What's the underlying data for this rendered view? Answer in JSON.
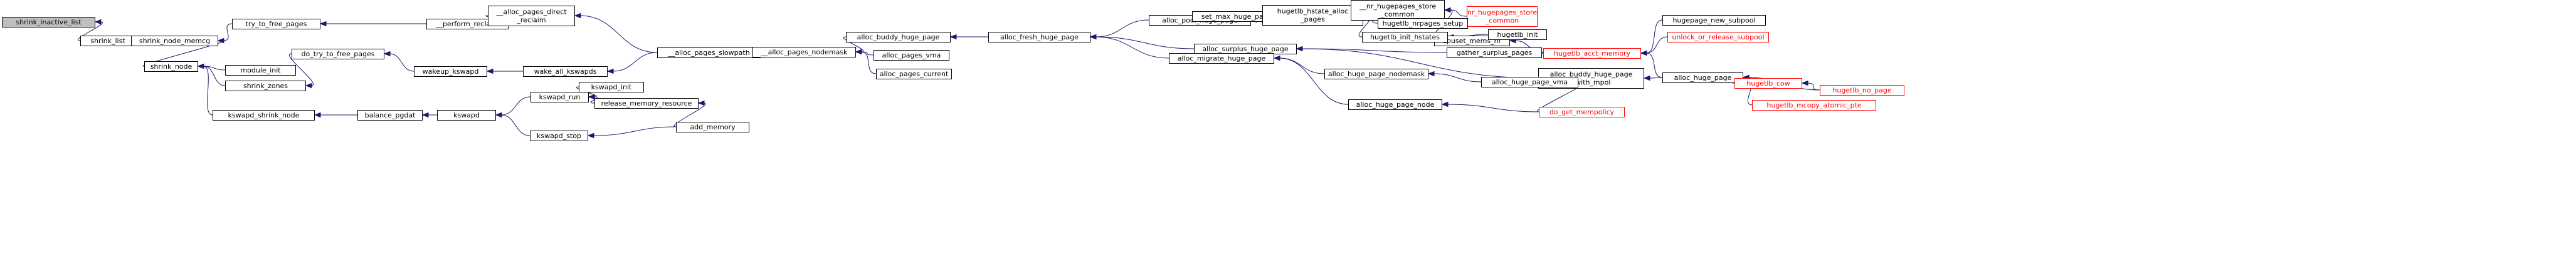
{
  "graph": {
    "nodes": [
      {
        "id": "n1",
        "lines": [
          "shrink_inactive_list"
        ],
        "style": "root"
      },
      {
        "id": "n2",
        "lines": [
          "shrink_list"
        ],
        "style": "normal"
      },
      {
        "id": "n3",
        "lines": [
          "shrink_node_memcg"
        ],
        "style": "normal"
      },
      {
        "id": "n4",
        "lines": [
          "shrink_node"
        ],
        "style": "normal"
      },
      {
        "id": "n5",
        "lines": [
          "try_to_free_pages"
        ],
        "style": "normal"
      },
      {
        "id": "n6",
        "lines": [
          "module_init"
        ],
        "style": "normal"
      },
      {
        "id": "n7",
        "lines": [
          "shrink_zones"
        ],
        "style": "normal"
      },
      {
        "id": "n8",
        "lines": [
          "kswapd_shrink_node"
        ],
        "style": "normal"
      },
      {
        "id": "n9",
        "lines": [
          "do_try_to_free_pages"
        ],
        "style": "normal"
      },
      {
        "id": "n10",
        "lines": [
          "balance_pgdat"
        ],
        "style": "normal"
      },
      {
        "id": "n11",
        "lines": [
          "__perform_reclaim"
        ],
        "style": "normal"
      },
      {
        "id": "n12",
        "lines": [
          "wakeup_kswapd"
        ],
        "style": "normal"
      },
      {
        "id": "n13",
        "lines": [
          "kswapd"
        ],
        "style": "normal"
      },
      {
        "id": "n14",
        "lines": [
          "__alloc_pages_direct",
          "_reclaim"
        ],
        "style": "normal"
      },
      {
        "id": "n15",
        "lines": [
          "wake_all_kswapds"
        ],
        "style": "normal"
      },
      {
        "id": "n16",
        "lines": [
          "kswapd_run"
        ],
        "style": "normal"
      },
      {
        "id": "n17",
        "lines": [
          "kswapd_stop"
        ],
        "style": "normal"
      },
      {
        "id": "n18",
        "lines": [
          "kswapd_init"
        ],
        "style": "normal"
      },
      {
        "id": "n19",
        "lines": [
          "release_memory_resource"
        ],
        "style": "normal"
      },
      {
        "id": "n20",
        "lines": [
          "add_memory"
        ],
        "style": "normal"
      },
      {
        "id": "n21",
        "lines": [
          "__alloc_pages_slowpath"
        ],
        "style": "normal"
      },
      {
        "id": "n22",
        "lines": [
          "__alloc_pages_nodemask"
        ],
        "style": "normal"
      },
      {
        "id": "n23",
        "lines": [
          "alloc_buddy_huge_page"
        ],
        "style": "normal"
      },
      {
        "id": "n24",
        "lines": [
          "alloc_pages_vma"
        ],
        "style": "normal"
      },
      {
        "id": "n25",
        "lines": [
          "alloc_pages_current"
        ],
        "style": "normal"
      },
      {
        "id": "n26",
        "lines": [
          "alloc_fresh_huge_page"
        ],
        "style": "normal"
      },
      {
        "id": "n27",
        "lines": [
          "alloc_pool_huge_page"
        ],
        "style": "normal"
      },
      {
        "id": "n28",
        "lines": [
          "alloc_surplus_huge_page"
        ],
        "style": "normal"
      },
      {
        "id": "n29",
        "lines": [
          "alloc_migrate_huge_page"
        ],
        "style": "normal"
      },
      {
        "id": "n30",
        "lines": [
          "set_max_huge_pages"
        ],
        "style": "normal"
      },
      {
        "id": "n31",
        "lines": [
          "hugetlb_hstate_alloc",
          "_pages"
        ],
        "style": "normal"
      },
      {
        "id": "n32",
        "lines": [
          "__nr_hugepages_store",
          "_common"
        ],
        "style": "normal"
      },
      {
        "id": "n33",
        "lines": [
          "nr_hugepages_store",
          "_common"
        ],
        "style": "link"
      },
      {
        "id": "n34",
        "lines": [
          "cpuset_mems_nr"
        ],
        "style": "normal"
      },
      {
        "id": "n35",
        "lines": [
          "hugetlb_nrpages_setup"
        ],
        "style": "normal"
      },
      {
        "id": "n36",
        "lines": [
          "hugetlb_init_hstates"
        ],
        "style": "normal"
      },
      {
        "id": "n37",
        "lines": [
          "hugetlb_init"
        ],
        "style": "normal"
      },
      {
        "id": "n38",
        "lines": [
          "gather_surplus_pages"
        ],
        "style": "normal"
      },
      {
        "id": "n39",
        "lines": [
          "hugetlb_acct_memory"
        ],
        "style": "link"
      },
      {
        "id": "n40",
        "lines": [
          "hugepage_new_subpool"
        ],
        "style": "normal"
      },
      {
        "id": "n41",
        "lines": [
          "unlock_or_release_subpool"
        ],
        "style": "link"
      },
      {
        "id": "n42",
        "lines": [
          "alloc_buddy_huge_page",
          "_with_mpol"
        ],
        "style": "normal"
      },
      {
        "id": "n43",
        "lines": [
          "alloc_huge_page"
        ],
        "style": "normal"
      },
      {
        "id": "n44",
        "lines": [
          "hugetlb_cow"
        ],
        "style": "link"
      },
      {
        "id": "n45",
        "lines": [
          "hugetlb_no_page"
        ],
        "style": "link"
      },
      {
        "id": "n46",
        "lines": [
          "hugetlb_mcopy_atomic_pte"
        ],
        "style": "link"
      },
      {
        "id": "n47",
        "lines": [
          "alloc_huge_page_nodemask"
        ],
        "style": "normal"
      },
      {
        "id": "n48",
        "lines": [
          "alloc_huge_page_node"
        ],
        "style": "normal"
      },
      {
        "id": "n49",
        "lines": [
          "alloc_huge_page_vma"
        ],
        "style": "normal"
      },
      {
        "id": "n50",
        "lines": [
          "do_get_mempolicy"
        ],
        "style": "link"
      }
    ],
    "edges": [
      {
        "from": "n2",
        "to": "n1"
      },
      {
        "from": "n3",
        "to": "n2"
      },
      {
        "from": "n4",
        "to": "n3"
      },
      {
        "from": "n5",
        "to": "n3"
      },
      {
        "from": "n6",
        "to": "n4"
      },
      {
        "from": "n7",
        "to": "n4"
      },
      {
        "from": "n8",
        "to": "n4"
      },
      {
        "from": "n9",
        "to": "n7"
      },
      {
        "from": "n10",
        "to": "n8"
      },
      {
        "from": "n11",
        "to": "n5"
      },
      {
        "from": "n12",
        "to": "n9"
      },
      {
        "from": "n13",
        "to": "n10"
      },
      {
        "from": "n14",
        "to": "n11"
      },
      {
        "from": "n15",
        "to": "n12"
      },
      {
        "from": "n16",
        "to": "n13"
      },
      {
        "from": "n17",
        "to": "n13"
      },
      {
        "from": "n18",
        "to": "n16"
      },
      {
        "from": "n19",
        "to": "n16"
      },
      {
        "from": "n20",
        "to": "n19"
      },
      {
        "from": "n20",
        "to": "n17"
      },
      {
        "from": "n21",
        "to": "n14"
      },
      {
        "from": "n21",
        "to": "n15"
      },
      {
        "from": "n22",
        "to": "n21"
      },
      {
        "from": "n23",
        "to": "n22"
      },
      {
        "from": "n24",
        "to": "n22"
      },
      {
        "from": "n25",
        "to": "n22"
      },
      {
        "from": "n26",
        "to": "n23"
      },
      {
        "from": "n27",
        "to": "n26"
      },
      {
        "from": "n28",
        "to": "n26"
      },
      {
        "from": "n29",
        "to": "n26"
      },
      {
        "from": "n30",
        "to": "n27"
      },
      {
        "from": "n31",
        "to": "n27"
      },
      {
        "from": "n32",
        "to": "n30"
      },
      {
        "from": "n33",
        "to": "n32"
      },
      {
        "from": "n34",
        "to": "n32"
      },
      {
        "from": "n35",
        "to": "n31"
      },
      {
        "from": "n36",
        "to": "n31"
      },
      {
        "from": "n37",
        "to": "n36"
      },
      {
        "from": "n38",
        "to": "n28"
      },
      {
        "from": "n39",
        "to": "n38"
      },
      {
        "from": "n39",
        "to": "n34"
      },
      {
        "from": "n40",
        "to": "n39"
      },
      {
        "from": "n41",
        "to": "n39"
      },
      {
        "from": "n43",
        "to": "n39"
      },
      {
        "from": "n42",
        "to": "n28"
      },
      {
        "from": "n43",
        "to": "n42"
      },
      {
        "from": "n44",
        "to": "n43"
      },
      {
        "from": "n45",
        "to": "n43"
      },
      {
        "from": "n46",
        "to": "n43"
      },
      {
        "from": "n45",
        "to": "n44"
      },
      {
        "from": "n47",
        "to": "n29"
      },
      {
        "from": "n48",
        "to": "n29"
      },
      {
        "from": "n49",
        "to": "n47"
      },
      {
        "from": "n50",
        "to": "n49"
      },
      {
        "from": "n50",
        "to": "n48"
      }
    ]
  },
  "colors": {
    "edge": "#191970",
    "root_fill": "#bfbfbf",
    "link_text": "#ff0000",
    "link_border": "#ff0000"
  }
}
